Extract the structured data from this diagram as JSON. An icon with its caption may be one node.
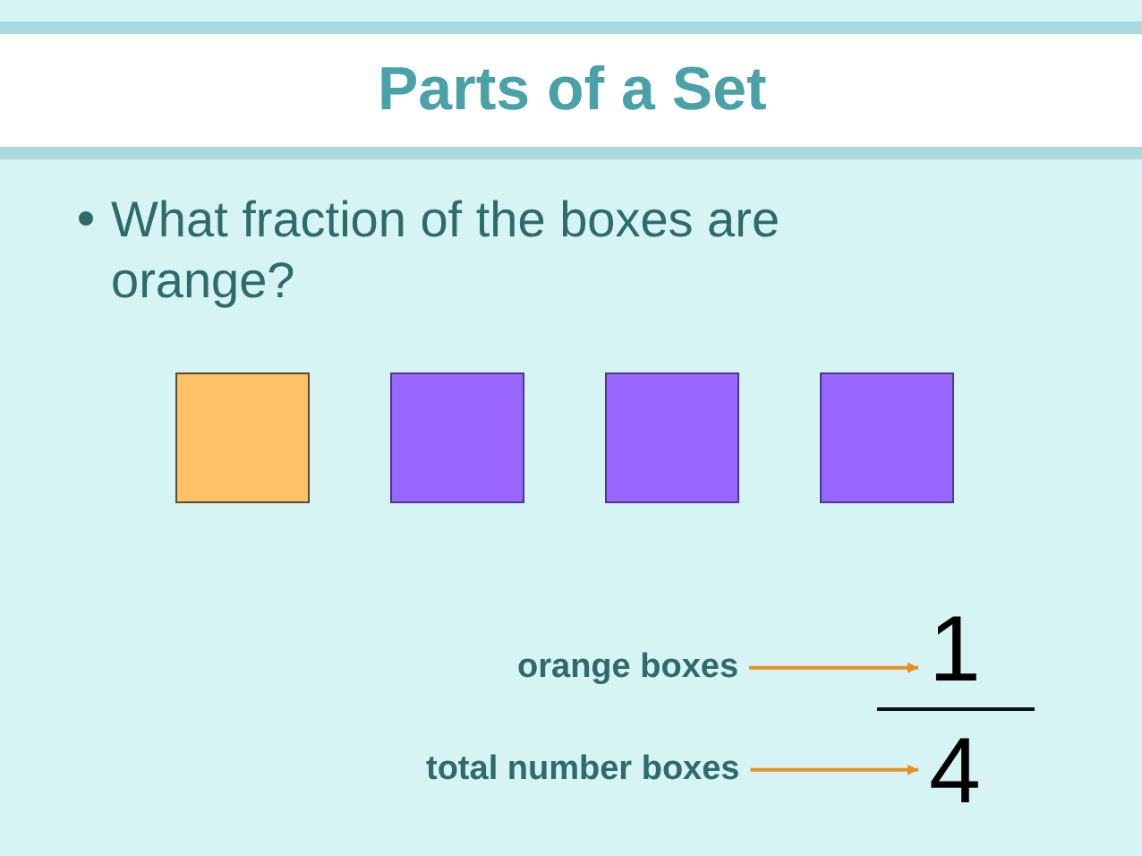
{
  "diagram": {
    "title": "Parts of a Set",
    "nodes": [
      {
        "text": [],
        "shape": "box"
      },
      {
        "text": [],
        "shape": "box"
      },
      {
        "text": [],
        "shape": "box"
      },
      {
        "text": [],
        "shape": "box"
      },
      {
        "text": [
          "orange boxes"
        ]
      },
      {
        "text": [
          "1"
        ]
      },
      {
        "text": [
          "total number boxes"
        ]
      },
      {
        "text": [
          "4"
        ]
      }
    ],
    "edges": [
      {
        "from": 4,
        "to": 5,
        "arrow": "to"
      },
      {
        "from": 6,
        "to": 7,
        "arrow": "to"
      }
    ],
    "labels": [
      "What fraction of the boxes are orange?"
    ]
  }
}
